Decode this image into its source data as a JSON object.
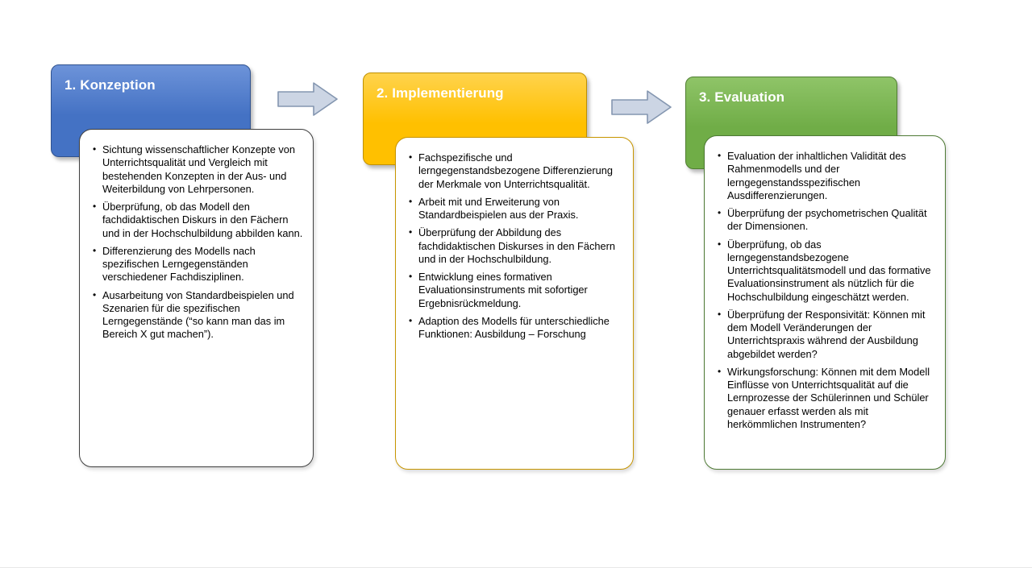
{
  "phases": [
    {
      "title": "1. Konzeption",
      "colors": {
        "header_top": "#6d93d9",
        "header_fill": "#4472c4",
        "header_border": "#2f528f",
        "content_border": "#3f3f3f"
      },
      "bullets": [
        "Sichtung wissenschaftlicher Konzepte von Unterrichtsqualität und Vergleich mit  bestehenden Konzepten in der Aus- und Weiterbildung  von Lehrpersonen.",
        "Überprüfung, ob das Modell den fachdidaktischen Diskurs in den Fächern und in der Hochschulbildung abbilden kann.",
        "Differenzierung des Modells nach spezifischen Lerngegenständen verschiedener Fachdisziplinen.",
        "Ausarbeitung von Standardbeispielen und Szenarien für die spezifischen Lerngegenstände (“so kann man das im Bereich X gut machen”)."
      ]
    },
    {
      "title": "2. Implementierung",
      "colors": {
        "header_top": "#ffd34d",
        "header_fill": "#ffc000",
        "header_border": "#bf9000",
        "content_border": "#c79500"
      },
      "bullets": [
        "Fachspezifische und lerngegenstandsbezogene Differenzierung der Merkmale von Unterrichtsqualität.",
        "Arbeit mit und Erweiterung von Standardbeispielen aus der Praxis.",
        "Überprüfung der Abbildung des fachdidaktischen Diskurses in den Fächern und in der Hochschulbildung.",
        "Entwicklung eines formativen Evaluationsinstruments mit sofortiger Ergebnisrückmeldung.",
        "Adaption des Modells für unterschiedliche Funktionen: Ausbildung – Forschung"
      ]
    },
    {
      "title": "3. Evaluation",
      "colors": {
        "header_top": "#8fc468",
        "header_fill": "#70ad47",
        "header_border": "#507e32",
        "content_border": "#4e7a35"
      },
      "bullets": [
        "Evaluation der inhaltlichen Validität des Rahmenmodells und der lerngegenstandsspezifischen Ausdifferenzierungen.",
        "Überprüfung der psychometrischen Qualität der Dimensionen.",
        "Überprüfung, ob das lerngegenstandsbezogene Unterrichtsqualitätsmodell und das formative Evaluationsinstrument als nützlich für die Hochschulbildung eingeschätzt werden.",
        "Überprüfung der Responsivität: Können mit dem Modell Veränderungen der Unterrichtspraxis während der Ausbildung abgebildet werden?",
        "Wirkungsforschung: Können mit dem Modell Einflüsse von Unterrichtsqualität auf die Lernprozesse der Schülerinnen und Schüler genauer erfasst werden als mit herkömmlichen Instrumenten?"
      ]
    }
  ],
  "arrow": {
    "fill": "#ccd5e4",
    "border": "#8496b0"
  }
}
